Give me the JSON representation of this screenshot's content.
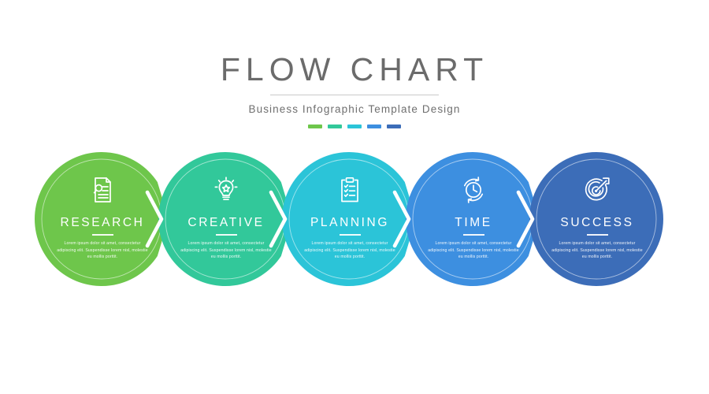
{
  "header": {
    "title": "FLOW CHART",
    "subtitle": "Business Infographic Template Design"
  },
  "palette": {
    "green": "#6EC64B",
    "teal": "#32C89A",
    "cyan": "#2BC4D8",
    "blue": "#3D8FE0",
    "indigo": "#3C6DB8",
    "title_color": "#6B6B6B",
    "subtitle_color": "#6F6F6F",
    "background": "#FFFFFF"
  },
  "dashes": [
    {
      "color": "#6EC64B"
    },
    {
      "color": "#32C89A"
    },
    {
      "color": "#2BC4D8"
    },
    {
      "color": "#3D8FE0"
    },
    {
      "color": "#3C6DB8"
    }
  ],
  "steps": [
    {
      "label": "RESEARCH",
      "icon": "document-magnifier-icon",
      "color": "#6EC64B",
      "description": "Lorem ipsum dolor sit amet, consectetur adipiscing elit. Suspendisse lorem nisl, molestie eu mollis porttit."
    },
    {
      "label": "CREATIVE",
      "icon": "lightbulb-star-icon",
      "color": "#32C89A",
      "description": "Lorem ipsum dolor sit amet, consectetur adipiscing elit. Suspendisse lorem nisl, molestie eu mollis porttit."
    },
    {
      "label": "PLANNING",
      "icon": "clipboard-checklist-icon",
      "color": "#2BC4D8",
      "description": "Lorem ipsum dolor sit amet, consectetur adipiscing elit. Suspendisse lorem nisl, molestie eu mollis porttit."
    },
    {
      "label": "TIME",
      "icon": "clock-refresh-icon",
      "color": "#3D8FE0",
      "description": "Lorem ipsum dolor sit amet, consectetur adipiscing elit. Suspendisse lorem nisl, molestie eu mollis porttit."
    },
    {
      "label": "SUCCESS",
      "icon": "target-dart-icon",
      "color": "#3C6DB8",
      "description": "Lorem ipsum dolor sit amet, consectetur adipiscing elit. Suspendisse lorem nisl, molestie eu mollis porttit."
    }
  ]
}
